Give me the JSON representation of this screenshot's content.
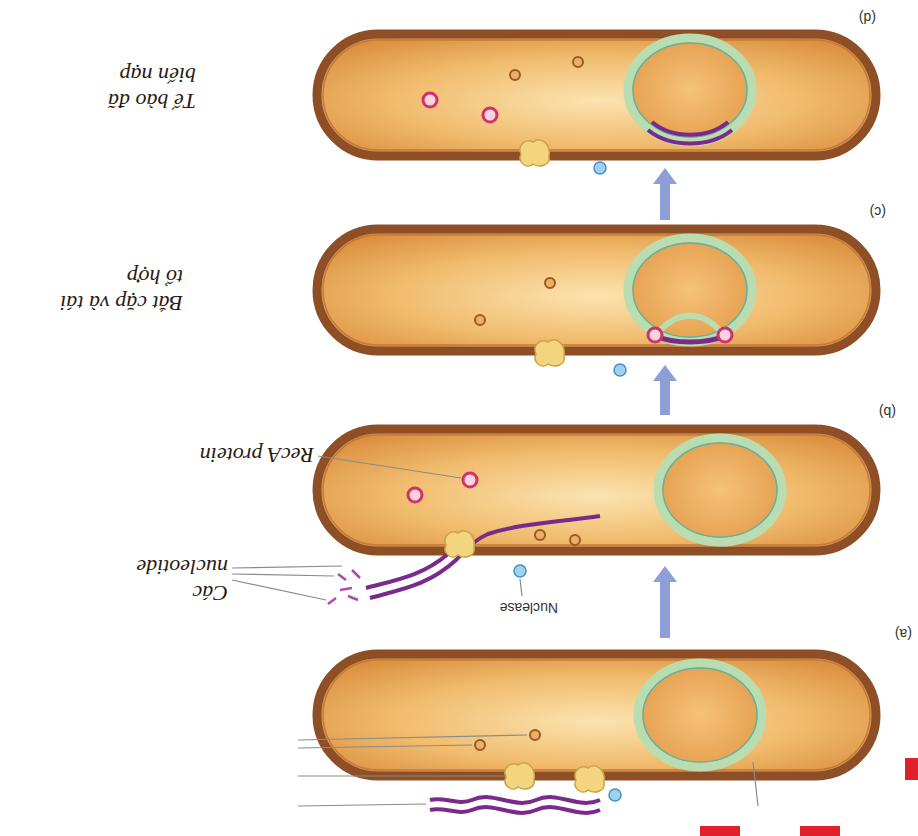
{
  "diagram": {
    "labels": [
      "(a)",
      "(b)",
      "(c)",
      "(d)",
      "Nuclease",
      "Các nucleotide",
      "RecA protein",
      "Bắt cặp và tái tổ hợp",
      "Tế bào đã biến nạp"
    ]
  }
}
